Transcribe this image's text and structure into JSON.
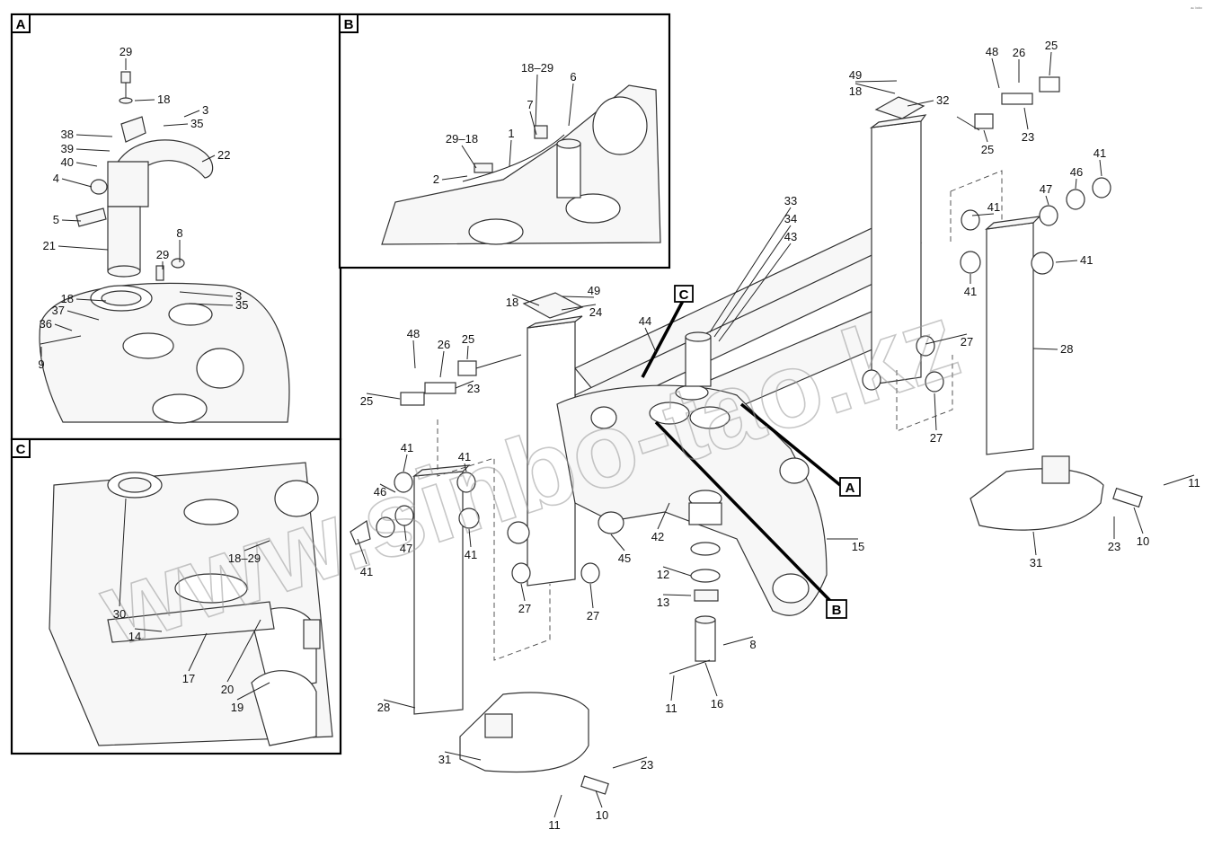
{
  "corner_mark": "ᵃⁿ ᵇᵒᵇᵒ",
  "watermark": "www.sinbo-tao.kz",
  "inset_tags": {
    "A": "A",
    "B": "B",
    "C": "C"
  },
  "panel_a_labels": [
    "29",
    "18",
    "3",
    "35",
    "38",
    "39",
    "40",
    "4",
    "22",
    "5",
    "21",
    "29",
    "8",
    "18",
    "3",
    "35",
    "37",
    "36",
    "9"
  ],
  "panel_b_labels": [
    "18–29",
    "6",
    "7",
    "29–18",
    "1",
    "2"
  ],
  "panel_c_labels": [
    "18–29",
    "30",
    "14",
    "17",
    "20",
    "19"
  ],
  "main_labels": [
    "49",
    "18",
    "32",
    "48",
    "26",
    "25",
    "25",
    "23",
    "41",
    "46",
    "47",
    "41",
    "41",
    "41",
    "27",
    "27",
    "28",
    "33",
    "34",
    "43",
    "C",
    "44",
    "18",
    "49",
    "24",
    "48",
    "26",
    "25",
    "25",
    "23",
    "41",
    "46",
    "41",
    "47",
    "41",
    "41",
    "27",
    "27",
    "45",
    "42",
    "A",
    "15",
    "12",
    "13",
    "B",
    "8",
    "11",
    "16",
    "28",
    "31",
    "23",
    "11",
    "10",
    "11",
    "23",
    "10",
    "31"
  ]
}
